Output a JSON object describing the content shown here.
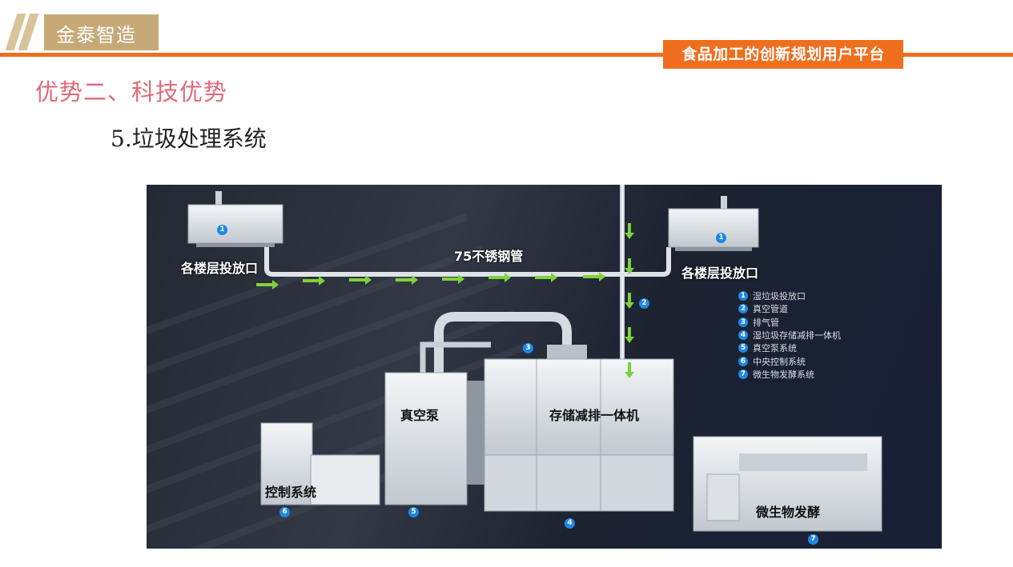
{
  "header": {
    "brand": "金泰智造",
    "slogan": "食品加工的创新规划用户平台"
  },
  "title": "优势二、科技优势",
  "subtitle": "5.垃圾处理系统",
  "diagram": {
    "labels": {
      "floor_inlet_left": "各楼层投放口",
      "floor_inlet_right": "各楼层投放口",
      "pipe": "75不锈钢管",
      "vacuum_pump": "真空泵",
      "storage_machine": "存储减排一体机",
      "control_system": "控制系统",
      "fermentation": "微生物发酵"
    },
    "markers": [
      "1",
      "2",
      "3",
      "4",
      "5",
      "6",
      "7"
    ],
    "legend": [
      {
        "num": "1",
        "text": "湿垃圾投放口"
      },
      {
        "num": "2",
        "text": "真空管道"
      },
      {
        "num": "3",
        "text": "排气管"
      },
      {
        "num": "4",
        "text": "湿垃圾存储减排一体机"
      },
      {
        "num": "5",
        "text": "真空泵系统"
      },
      {
        "num": "6",
        "text": "中央控制系统"
      },
      {
        "num": "7",
        "text": "微生物发酵系统"
      }
    ],
    "colors": {
      "arrow": "#7fd13b",
      "marker": "#1e88e5"
    }
  }
}
